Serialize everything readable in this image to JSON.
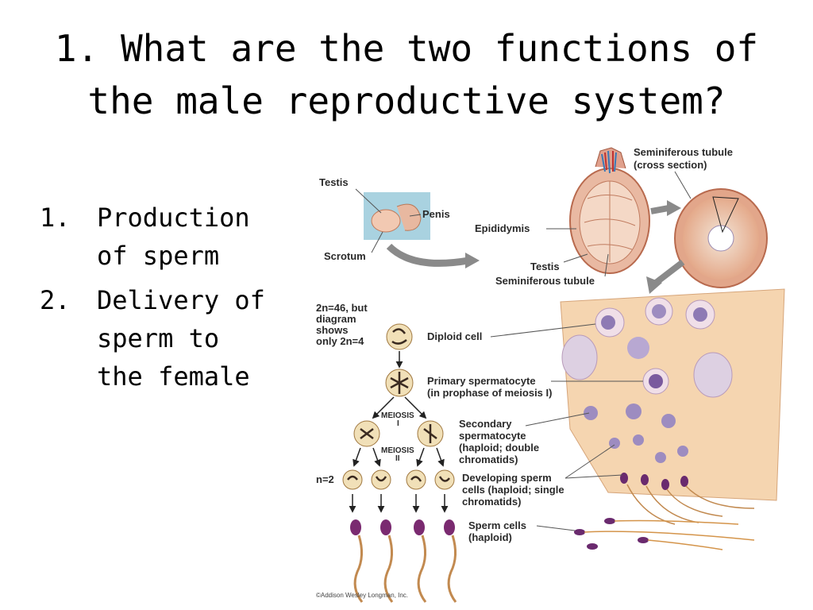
{
  "title": "1. What are the two functions of the male reproductive system?",
  "bullets": [
    {
      "num": "1.",
      "text": "Production of sperm"
    },
    {
      "num": "2.",
      "text": "Delivery of sperm to the female"
    }
  ],
  "figure": {
    "labels": {
      "testis_top": "Testis",
      "penis": "Penis",
      "scrotum": "Scrotum",
      "epididymis": "Epididymis",
      "testis_mid": "Testis",
      "seminiferous_tubule": "Seminiferous tubule",
      "seminiferous_cross_1": "Seminiferous tubule",
      "seminiferous_cross_2": "(cross section)",
      "note_1": "2n=46, but",
      "note_2": "diagram",
      "note_3": "shows",
      "note_4": "only 2n=4",
      "diploid": "Diploid cell",
      "primary_1": "Primary spermatocyte",
      "primary_2": "(in prophase of meiosis I)",
      "meiosis1_a": "MEIOSIS",
      "meiosis1_b": "I",
      "meiosis2_a": "MEIOSIS",
      "meiosis2_b": "II",
      "secondary_1": "Secondary",
      "secondary_2": "spermatocyte",
      "secondary_3": "(haploid; double",
      "secondary_4": "chromatids)",
      "n2": "n=2",
      "developing_1": "Developing sperm",
      "developing_2": "cells (haploid; single",
      "developing_3": "chromatids)",
      "sperm_1": "Sperm cells",
      "sperm_2": "(haploid)",
      "copyright": "©Addison Wesley Longman, Inc."
    }
  }
}
